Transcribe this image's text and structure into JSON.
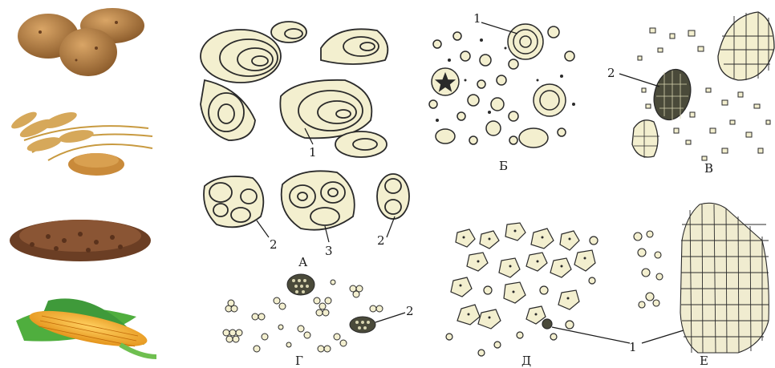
{
  "panels": {
    "A": {
      "letter": "А",
      "callouts": [
        "1",
        "2",
        "3",
        "2"
      ]
    },
    "B": {
      "letter": "Б",
      "callouts": [
        "1"
      ]
    },
    "V": {
      "letter": "В",
      "callouts": [
        "2"
      ]
    },
    "G": {
      "letter": "Г",
      "callouts": [
        "2"
      ]
    },
    "D": {
      "letter": "Д",
      "callouts": [
        "1"
      ]
    },
    "E": {
      "letter": "Е"
    }
  },
  "photos": [
    "potato-photo",
    "wheat-photo",
    "buckwheat-photo",
    "corn-photo"
  ],
  "colors": {
    "ink": "#2a2a2a",
    "grain_fill": "#f3efcf",
    "potato": "#b07a3e",
    "wheat": "#d6a85a",
    "buckwheat": "#7a4a2c",
    "corn": "#f0a020",
    "leaf": "#3f9a3a"
  }
}
